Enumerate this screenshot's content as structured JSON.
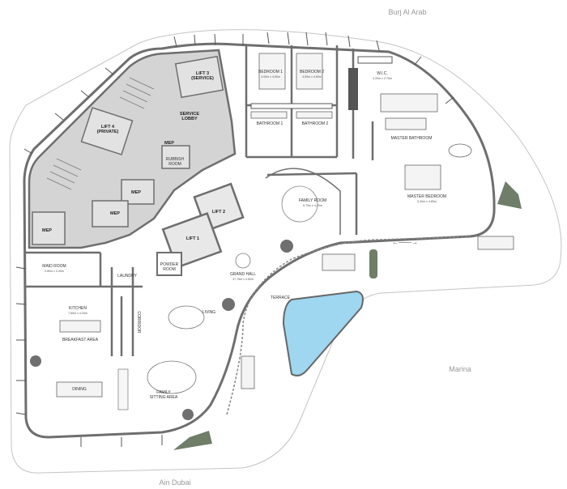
{
  "context": {
    "north": "Burj Al Arab",
    "east": "Marina",
    "south": "Ain Dubai"
  },
  "rooms": {
    "lift3": {
      "name": "LIFT 3",
      "qual": "(SERVICE)"
    },
    "lift4": {
      "name": "LIFT 4",
      "qual": "(PRIVATE)"
    },
    "service_lobby": "SERVICE LOBBY",
    "mep_1": "MEP",
    "mep_2": "MEP",
    "mep_3": "MEP",
    "mep_4": "MEP",
    "rubbish_room": "RUBBISH ROOM",
    "lift2": "LIFT 2",
    "lift1": "LIFT 1",
    "powder_room": "POWDER ROOM",
    "laundry": "LAUNDRY",
    "maid_room": {
      "name": "MAID ROOM",
      "dim": "2.80m x 3.40m"
    },
    "kitchen": {
      "name": "KITCHEN",
      "dim": "7.60m x 4.20m"
    },
    "breakfast": "BREAKFAST AREA",
    "dining": "DINING",
    "living": "LIVING",
    "grand_hall": {
      "name": "GRAND HALL",
      "dim": "37.75m x 4.50m"
    },
    "family_sitting": {
      "name": "FAMILY",
      "qual": "SITTING AREA"
    },
    "family_room": {
      "name": "FAMILY ROOM",
      "dim": "6.70m x 4.20m"
    },
    "terrace": "TERRACE",
    "bedroom1": {
      "name": "BEDROOM 1",
      "dim": "4.00m x 4.80m"
    },
    "bedroom2": {
      "name": "BEDROOM 2",
      "dim": "4.00m x 4.80m"
    },
    "bathroom1": "BATHROOM 1",
    "bathroom2": "BATHROOM 2",
    "wic": {
      "name": "W.I.C.",
      "dim": "4.20m x 2.70m"
    },
    "master_bathroom": "MASTER BATHROOM",
    "master_bedroom": {
      "name": "MASTER BEDROOM",
      "dim": "5.40m x 4.80m"
    },
    "corridor": "CORRIDOR"
  },
  "colors": {
    "core_fill": "#d4d4d4",
    "wall": "#6e6e6e",
    "pool": "#9fd6f0",
    "planter": "#6f7d69",
    "column": "#6f6f6f",
    "line": "#5a5a5a"
  }
}
